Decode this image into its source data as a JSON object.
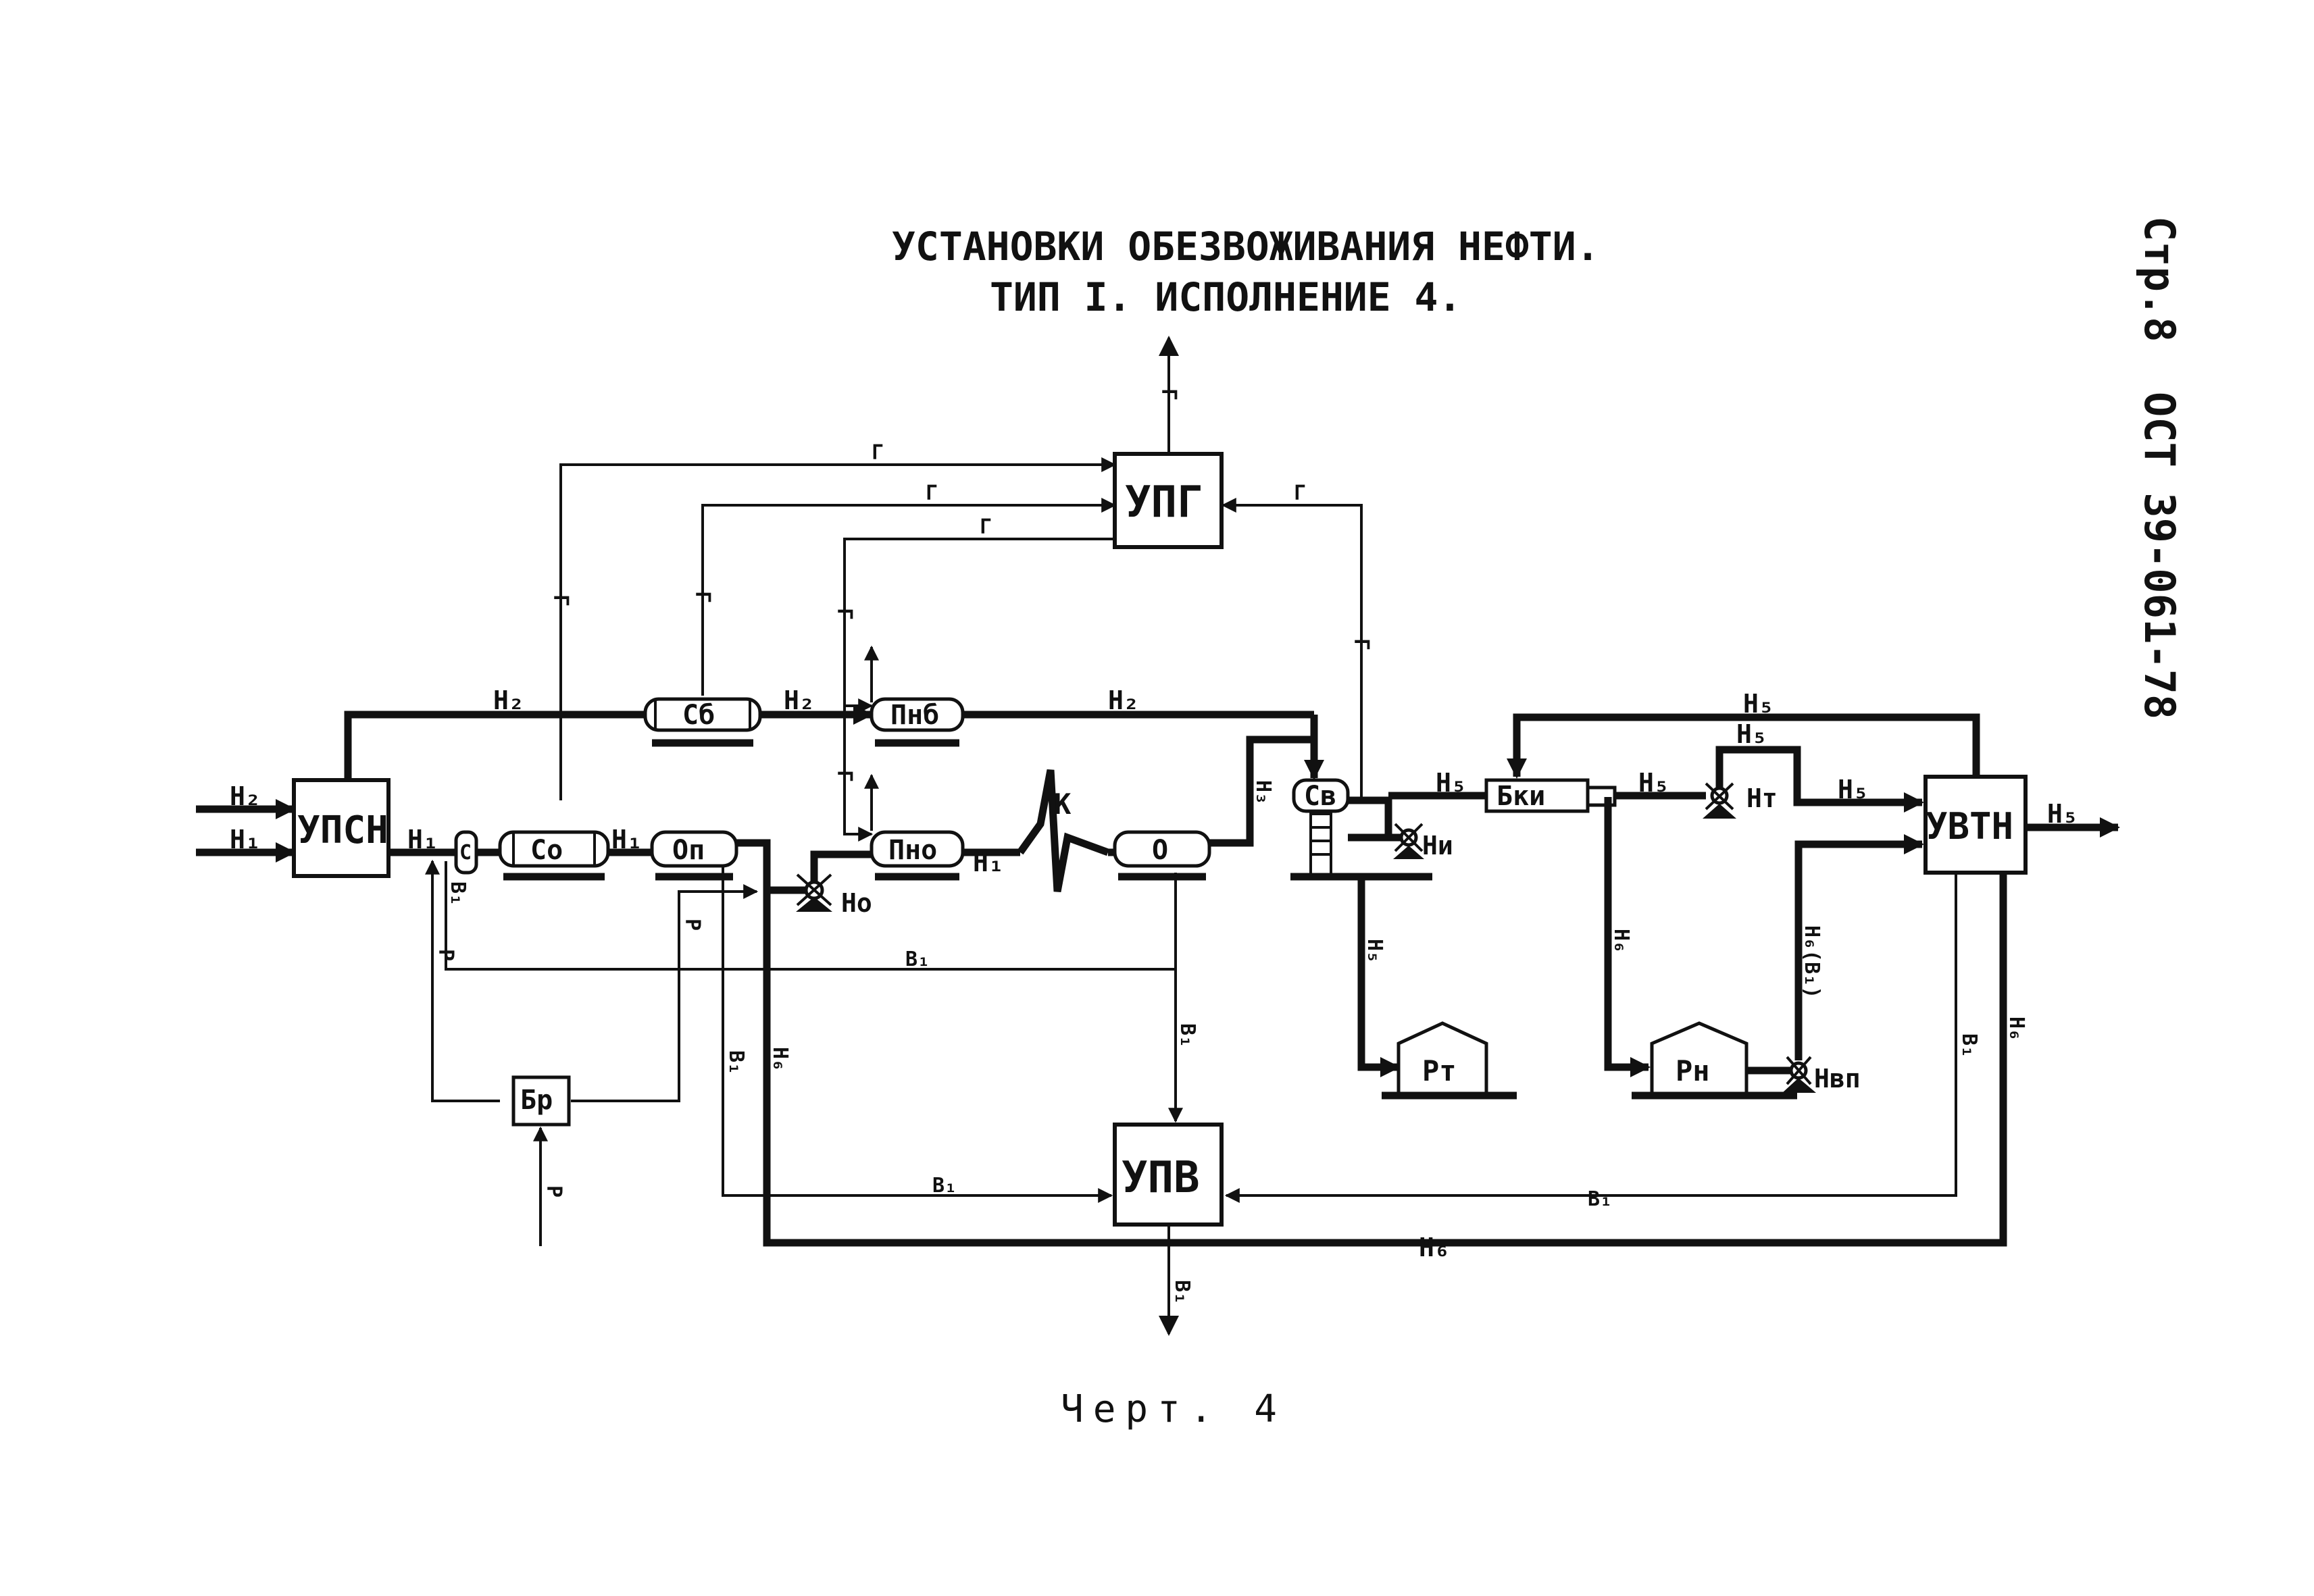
{
  "title": {
    "line1": "УСТАНОВКИ ОБЕЗВОЖИВАНИЯ НЕФТИ.",
    "line2": "ТИП I.   ИСПОЛНЕНИЕ 4."
  },
  "side_ref": {
    "page": "Стр.8",
    "standard": "ОСТ 39-061-78"
  },
  "caption": "Черт. 4",
  "units": {
    "upsn": "УПСН",
    "upg": "УПГ",
    "upv": "УПВ",
    "uvtn": "УВТН"
  },
  "vessels": {
    "c": "С",
    "co": "Co",
    "on": "Оп",
    "cb": "Cб",
    "pnb": "Пнб",
    "pno": "Пно",
    "o": "О",
    "cv": "Св",
    "bki": "Бки",
    "br": "Бр",
    "k": "К"
  },
  "tanks": {
    "rt": "Рт",
    "rn": "Рн"
  },
  "pumps": {
    "no": "Но",
    "ni": "Ни",
    "nt": "Нт",
    "nvp": "Нвп"
  },
  "streams": {
    "n1": "Н₁",
    "n2": "Н₂",
    "n3": "Н₃",
    "n5": "Н₅",
    "n6": "Н₆",
    "n6b1": "Н₆(В₁)",
    "b1": "В₁",
    "g": "Г",
    "r": "Р"
  }
}
